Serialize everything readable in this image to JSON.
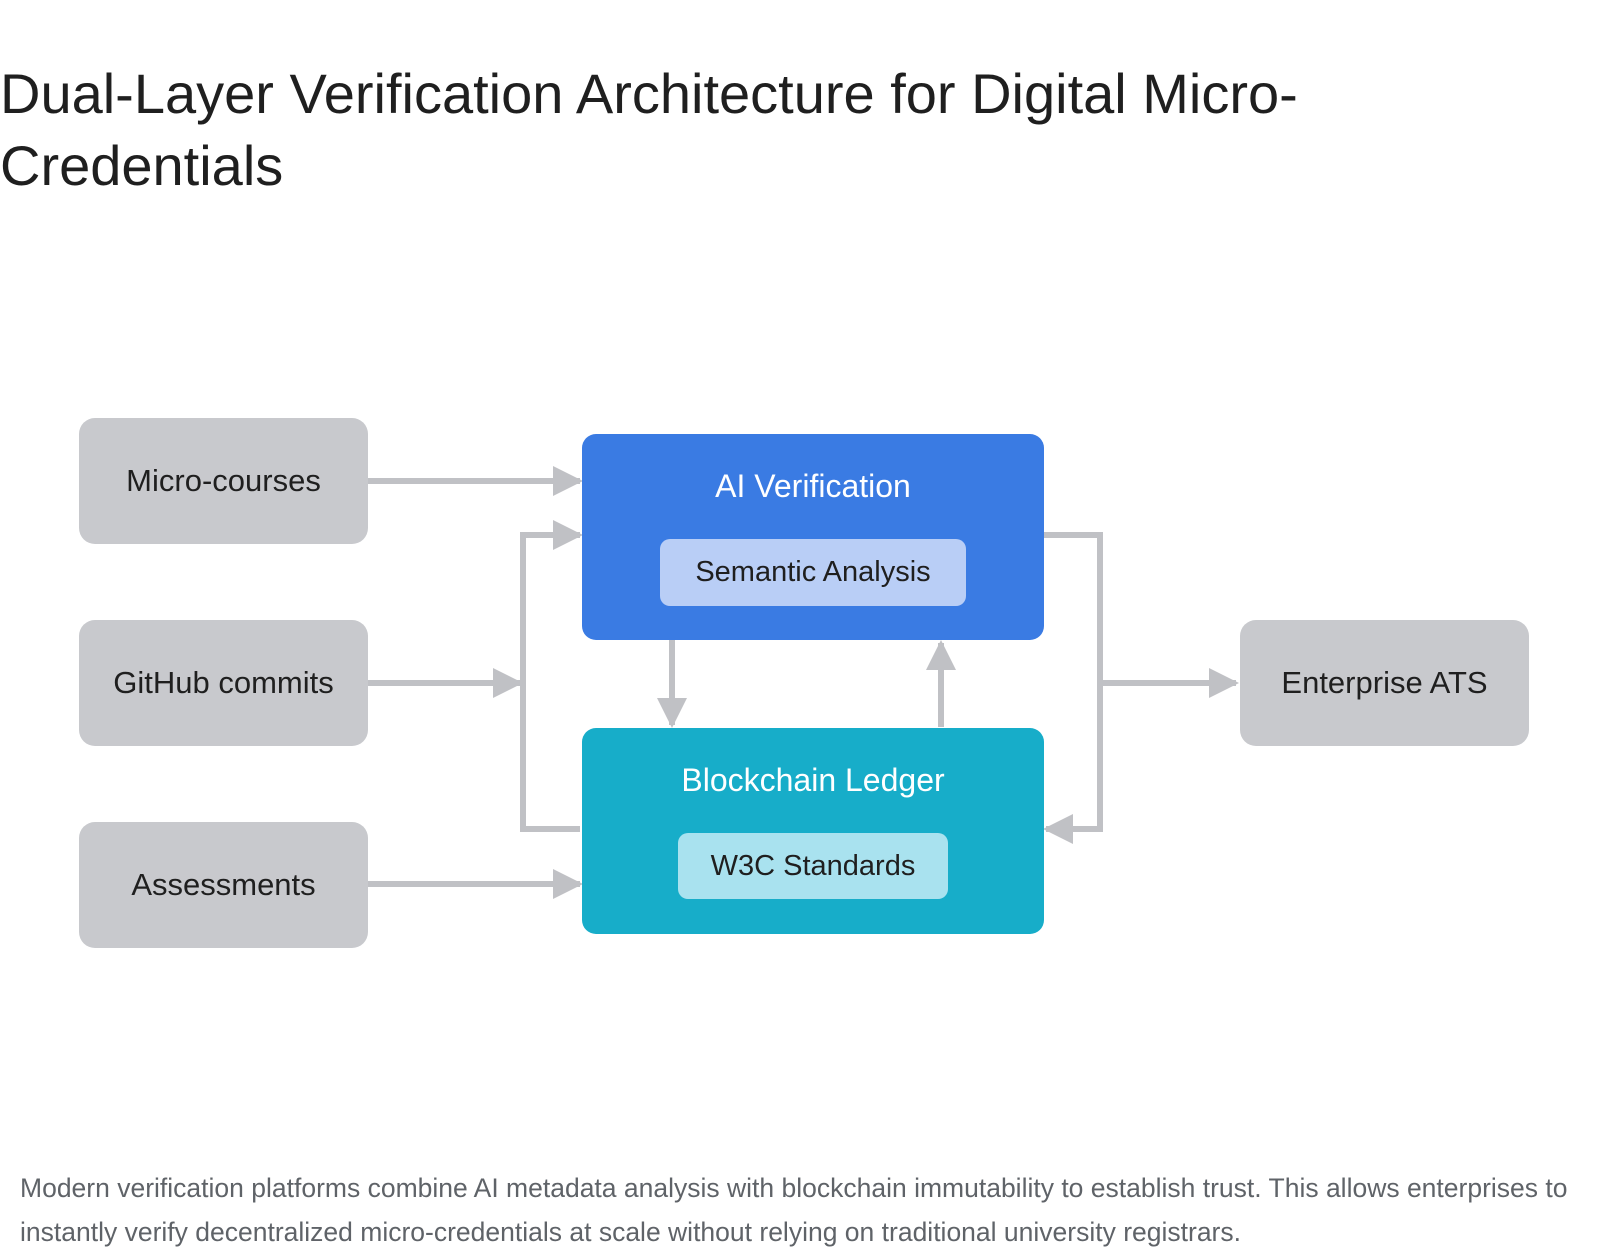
{
  "title": "Dual-Layer Verification Architecture for Digital Micro-Credentials",
  "sources": [
    {
      "label": "Micro-courses"
    },
    {
      "label": "GitHub commits"
    },
    {
      "label": "Assessments"
    }
  ],
  "ai_layer": {
    "title": "AI Verification",
    "sub": "Semantic Analysis",
    "color": "#3a7be3"
  },
  "blockchain_layer": {
    "title": "Blockchain Ledger",
    "sub": "W3C Standards",
    "color": "#17adc9"
  },
  "output": {
    "label": "Enterprise ATS"
  },
  "caption": "Modern verification platforms combine AI metadata analysis with blockchain immutability to establish trust. This allows enterprises to instantly verify decentralized micro-credentials at scale without relying on traditional university registrars.",
  "colors": {
    "node": "#c8c9cd",
    "arrow": "#c0c1c5"
  }
}
